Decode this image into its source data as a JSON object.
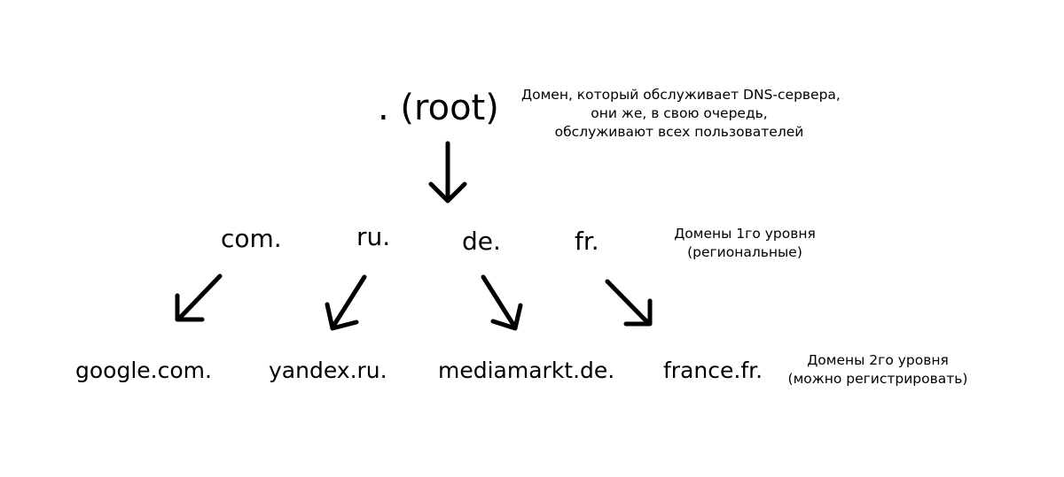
{
  "diagram": {
    "root": {
      "label": ". (root)"
    },
    "root_note": {
      "lines": [
        "Домен, который обслуживает DNS-сервера,",
        "они же, в свою очередь,",
        "обслуживают всех пользователей"
      ]
    },
    "tld": [
      {
        "label": "com."
      },
      {
        "label": "ru."
      },
      {
        "label": "de."
      },
      {
        "label": "fr."
      }
    ],
    "tld_note": {
      "lines": [
        "Домены 1го уровня",
        "(региональные)"
      ]
    },
    "sld": [
      {
        "label": "google.com.",
        "parent": "com."
      },
      {
        "label": "yandex.ru.",
        "parent": "ru."
      },
      {
        "label": "mediamarkt.de.",
        "parent": "de."
      },
      {
        "label": "france.fr.",
        "parent": "fr."
      }
    ],
    "sld_note": {
      "lines": [
        "Домены 2го уровня",
        "(можно регистрировать)"
      ]
    },
    "edges": [
      {
        "from": ". (root)",
        "to": "tld-level",
        "icon": "arrow-down-icon"
      },
      {
        "from": "com.",
        "to": "google.com.",
        "icon": "arrow-down-left-icon"
      },
      {
        "from": "ru.",
        "to": "yandex.ru.",
        "icon": "arrow-down-left-icon"
      },
      {
        "from": "de.",
        "to": "mediamarkt.de.",
        "icon": "arrow-down-right-icon"
      },
      {
        "from": "fr.",
        "to": "france.fr.",
        "icon": "arrow-down-right-icon"
      }
    ],
    "colors": {
      "background": "#ffffff",
      "ink": "#000000"
    }
  }
}
